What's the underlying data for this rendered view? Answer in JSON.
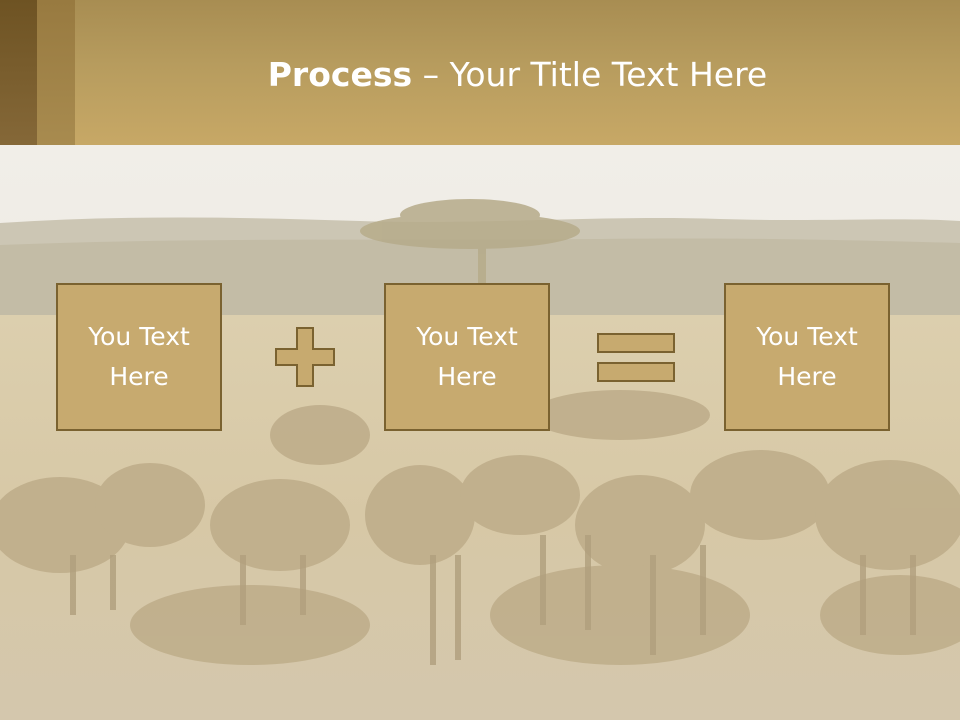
{
  "slide": {
    "title_bold": "Process",
    "title_rest": " – Your Title Text Here"
  },
  "process": {
    "boxes": [
      {
        "text": "You Text Here"
      },
      {
        "text": "You Text Here"
      },
      {
        "text": "You Text Here"
      }
    ],
    "operators": [
      "plus-icon",
      "equals-icon"
    ]
  },
  "colors": {
    "header": "#b79c5e",
    "box_fill": "#c7aa6f",
    "box_border": "#7a6230",
    "text": "#ffffff"
  }
}
